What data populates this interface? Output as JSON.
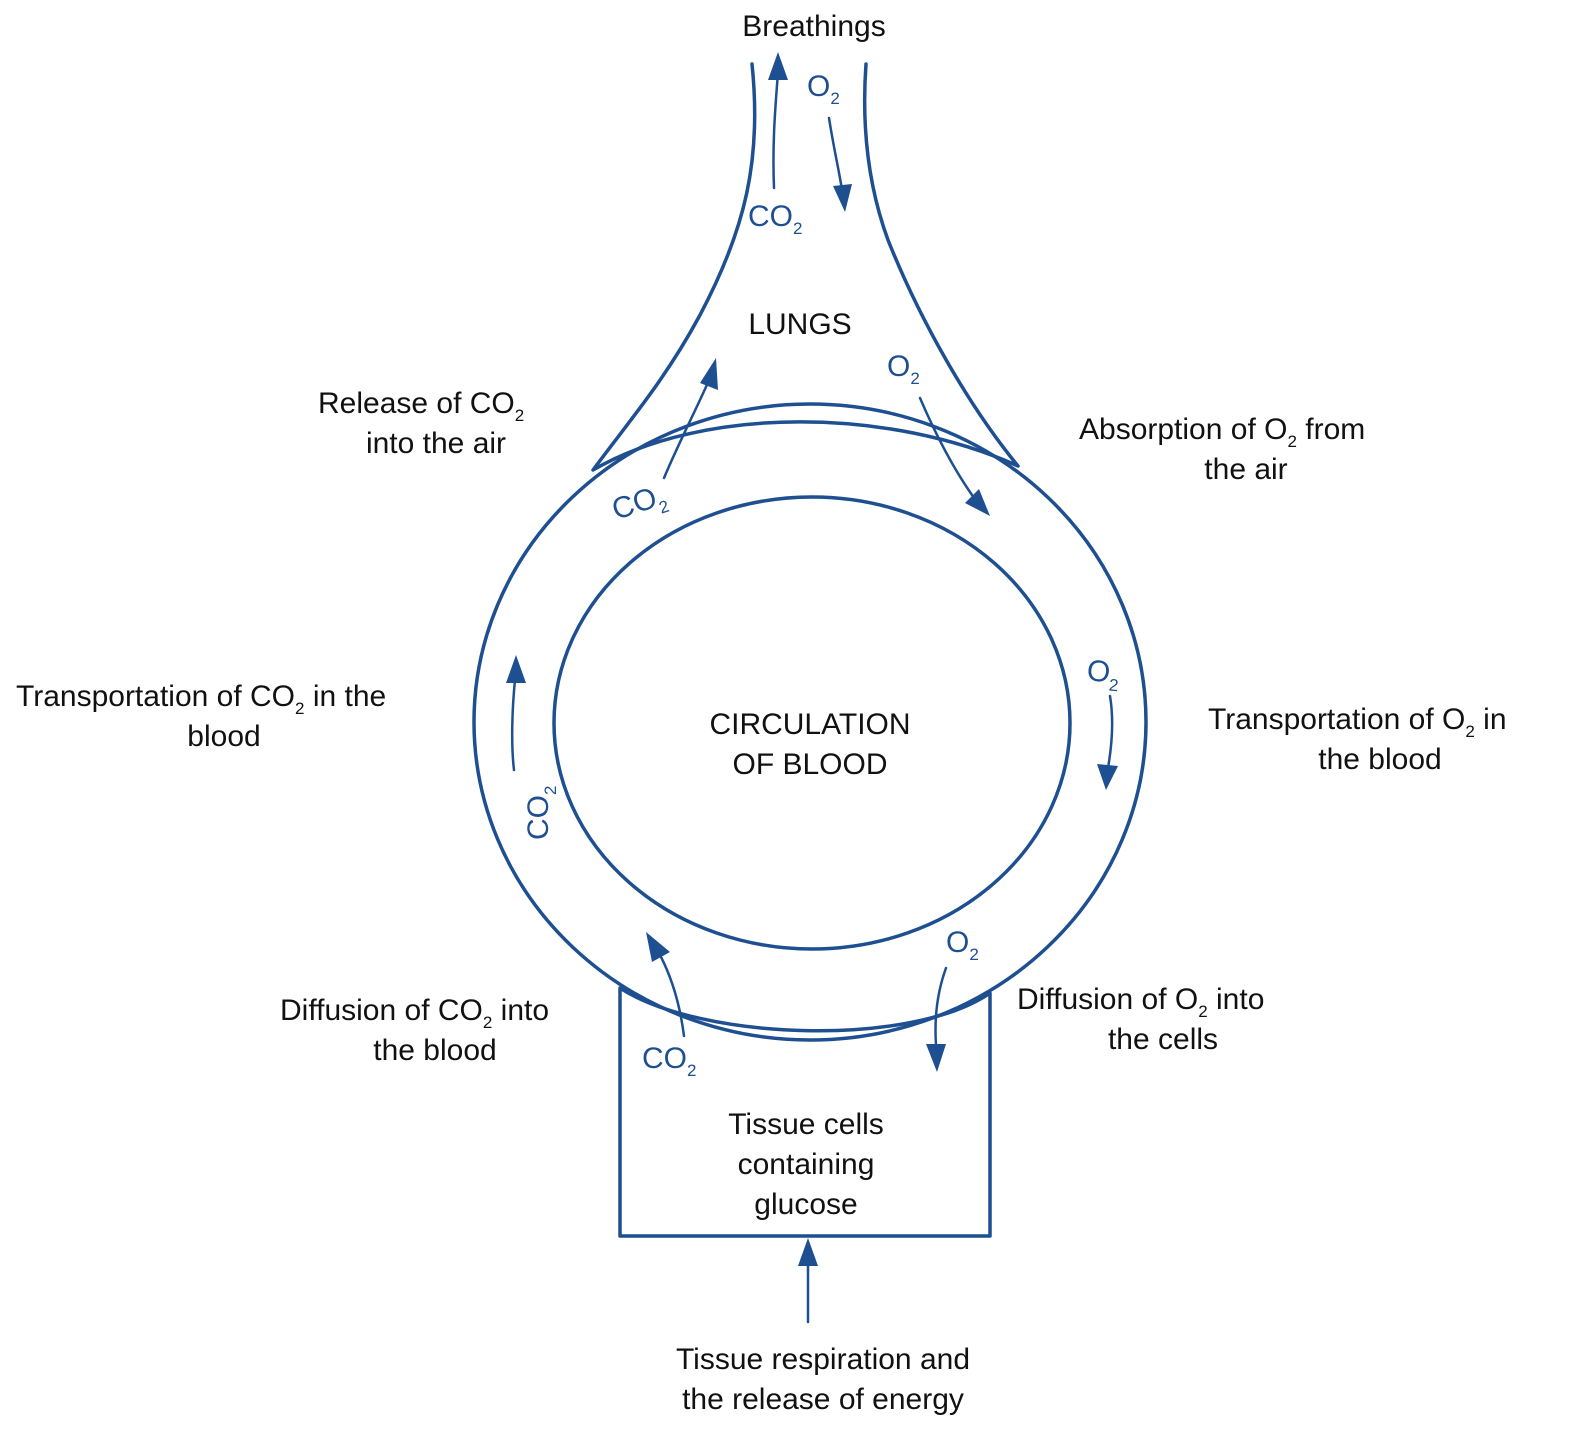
{
  "breathing_label": "Breathings",
  "lungs_label": "LUNGS",
  "circulation_label": {
    "line1": "CIRCULATION",
    "line2": "OF BLOOD"
  },
  "tissue_label": {
    "line1": "Tissue  cells",
    "line2": "containing",
    "line3": "glucose"
  },
  "gas": {
    "o2": "O",
    "co2": "CO",
    "sub": "2"
  },
  "annotations": {
    "release_co2": {
      "line1a": "Release  of  CO",
      "line1sub": "2",
      "line2": "into  the  air"
    },
    "absorption_o2": {
      "line1a": "Absorption  of  O",
      "line1sub": "2",
      "line1b": " from",
      "line2": "the  air"
    },
    "transport_co2": {
      "line1a": "Transportation  of  CO",
      "line1sub": "2",
      "line1b": "  in  the",
      "line2": "blood"
    },
    "transport_o2": {
      "line1a": "Transportation  of  O",
      "line1sub": "2",
      "line1b": "  in",
      "line2": "the  blood"
    },
    "diffusion_co2": {
      "line1a": "Diffusion  of  CO",
      "line1sub": "2",
      "line1b": "  into",
      "line2": "the  blood"
    },
    "diffusion_o2": {
      "line1a": "Diffusion  of  O",
      "line1sub": "2",
      "line1b": "  into",
      "line2": "the  cells"
    },
    "respiration": {
      "line1": "Tissue  respiration  and",
      "line2": "the  release  of  energy"
    }
  },
  "colors": {
    "diagram_blue": "#1d4f91",
    "text": "#111111"
  }
}
